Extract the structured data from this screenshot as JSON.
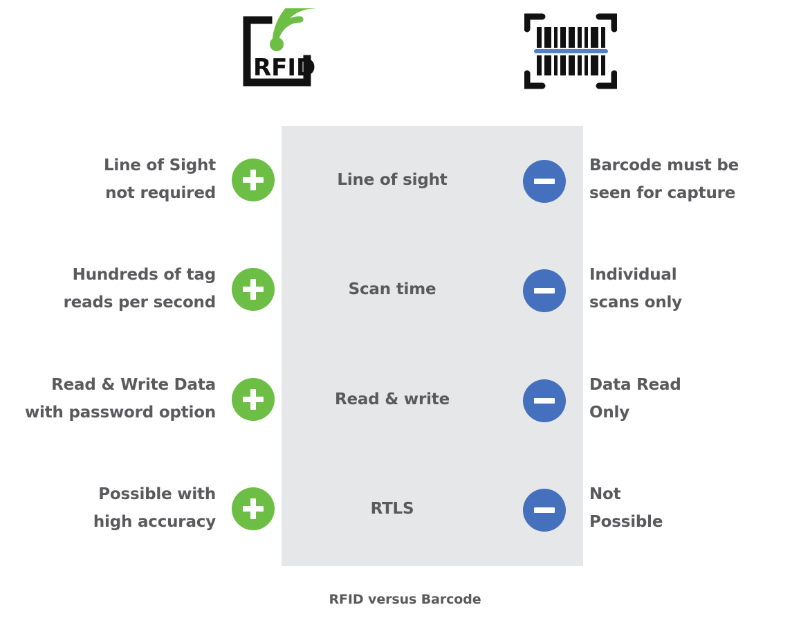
{
  "header": {
    "left_icon": {
      "name": "rfid-icon",
      "label": "RFID",
      "wave_color": "#6cbe45",
      "frame_color": "#111111"
    },
    "right_icon": {
      "name": "barcode-scan-icon",
      "bar_color": "#111111",
      "scan_line_color": "#5580c8",
      "bracket_color": "#111111"
    }
  },
  "panel": {
    "background": "#e6e7e9"
  },
  "colors": {
    "positive": "#6cbe45",
    "negative": "#4570bd",
    "text": "#5a5a5c"
  },
  "rows": [
    {
      "left": [
        "Line of Sight",
        "not required"
      ],
      "left_badge": "plus",
      "feature": "Line of sight",
      "right_badge": "minus",
      "right": [
        "Barcode must be",
        "seen for capture"
      ]
    },
    {
      "left": [
        "Hundreds of tag",
        "reads per second"
      ],
      "left_badge": "plus",
      "feature": "Scan time",
      "right_badge": "minus",
      "right": [
        "Individual",
        "scans only"
      ]
    },
    {
      "left": [
        "Read & Write Data",
        "with password option"
      ],
      "left_badge": "plus",
      "feature": "Read & write",
      "right_badge": "minus",
      "right": [
        "Data Read",
        "Only"
      ]
    },
    {
      "left": [
        "Possible with",
        "high accuracy"
      ],
      "left_badge": "plus",
      "feature": "RTLS",
      "right_badge": "minus",
      "right": [
        "Not",
        "Possible"
      ]
    }
  ],
  "caption": "RFID versus Barcode"
}
